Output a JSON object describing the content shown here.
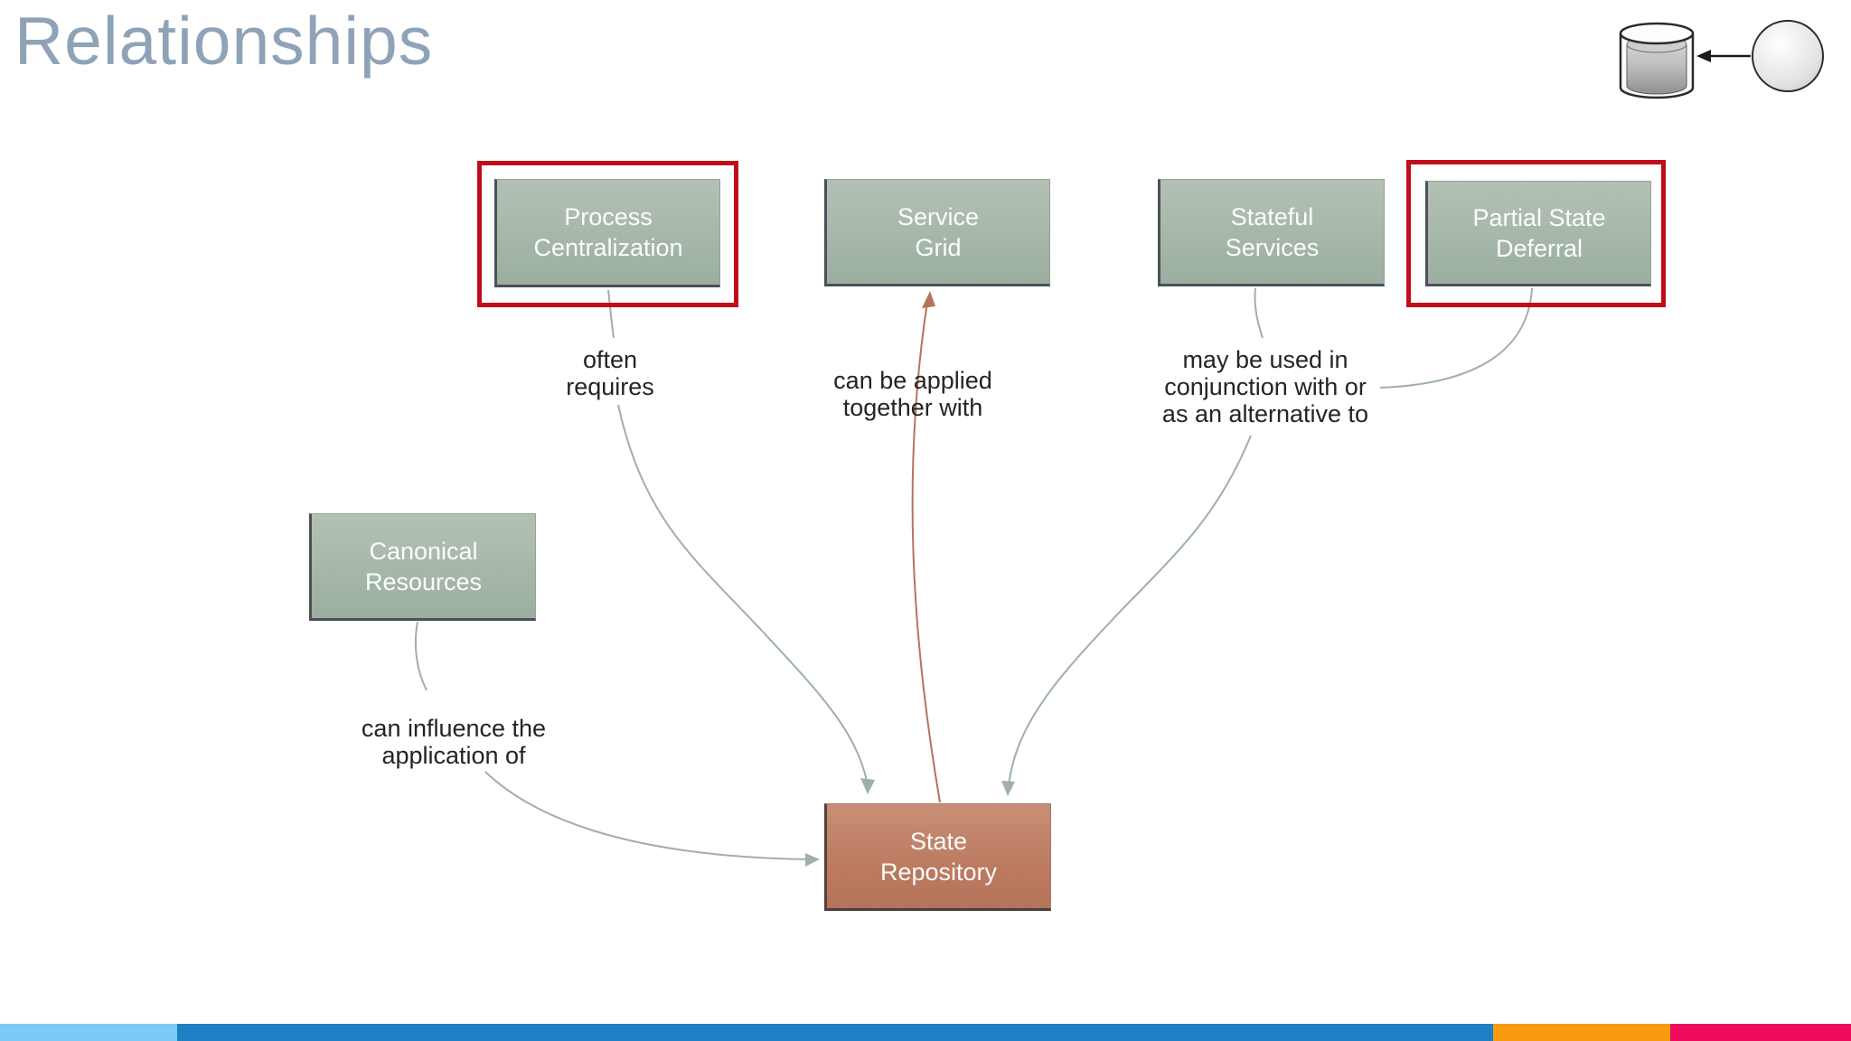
{
  "title": "Relationships",
  "boxes": [
    {
      "id": "process-centralization",
      "line1": "Process",
      "line2": "Centralization",
      "highlighted": true
    },
    {
      "id": "service-grid",
      "line1": "Service",
      "line2": "Grid",
      "highlighted": false
    },
    {
      "id": "stateful-services",
      "line1": "Stateful",
      "line2": "Services",
      "highlighted": false
    },
    {
      "id": "partial-state-deferral",
      "line1": "Partial State",
      "line2": "Deferral",
      "highlighted": true
    },
    {
      "id": "canonical-resources",
      "line1": "Canonical",
      "line2": "Resources",
      "highlighted": false
    },
    {
      "id": "state-repository",
      "line1": "State",
      "line2": "Repository",
      "highlighted": false
    }
  ],
  "relationship_labels": [
    {
      "id": "often-requires",
      "from": "process-centralization",
      "to": "state-repository",
      "lines": [
        "often",
        "requires"
      ]
    },
    {
      "id": "can-be-applied",
      "from": "state-repository",
      "to": "service-grid",
      "lines": [
        "can be applied",
        "together with"
      ]
    },
    {
      "id": "may-be-used",
      "from": "stateful-services-and-partial-state-deferral",
      "to": "state-repository",
      "lines": [
        "may be used in",
        "conjunction with or",
        "as an alternative to"
      ]
    },
    {
      "id": "can-influence",
      "from": "canonical-resources",
      "to": "state-repository",
      "lines": [
        "can influence the",
        "application of"
      ]
    }
  ],
  "icons": {
    "top_right": "database-cylinder-with-sphere-arrow-icon"
  },
  "colors": {
    "title": "#8fa3b8",
    "box_green": "#a6b7a9",
    "box_salmon": "#bc7b61",
    "highlight_frame_red": "#c00d1a",
    "connector_gray": "#9fafad",
    "connector_red": "#b5735c",
    "footer_stripes": [
      "#7bc9f6",
      "#1f7fc4",
      "#f89b11",
      "#ee0b5e"
    ]
  }
}
